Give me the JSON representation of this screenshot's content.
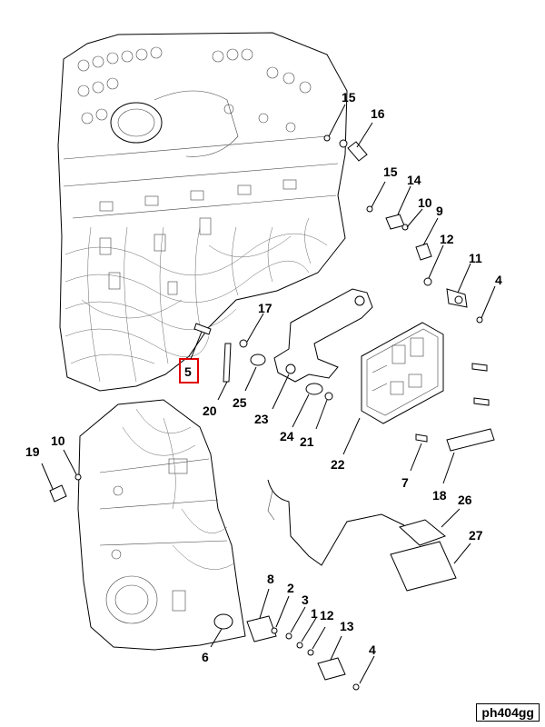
{
  "diagram": {
    "reference_tag": "ph404gg",
    "highlighted_callout": "5",
    "highlight_color": "#e00000",
    "callouts": [
      "15",
      "16",
      "15",
      "14",
      "10",
      "9",
      "12",
      "11",
      "4",
      "17",
      "5",
      "20",
      "25",
      "23",
      "24",
      "21",
      "22",
      "7",
      "18",
      "19",
      "10",
      "26",
      "27",
      "8",
      "2",
      "3",
      "1",
      "12",
      "13",
      "6",
      "4"
    ]
  }
}
